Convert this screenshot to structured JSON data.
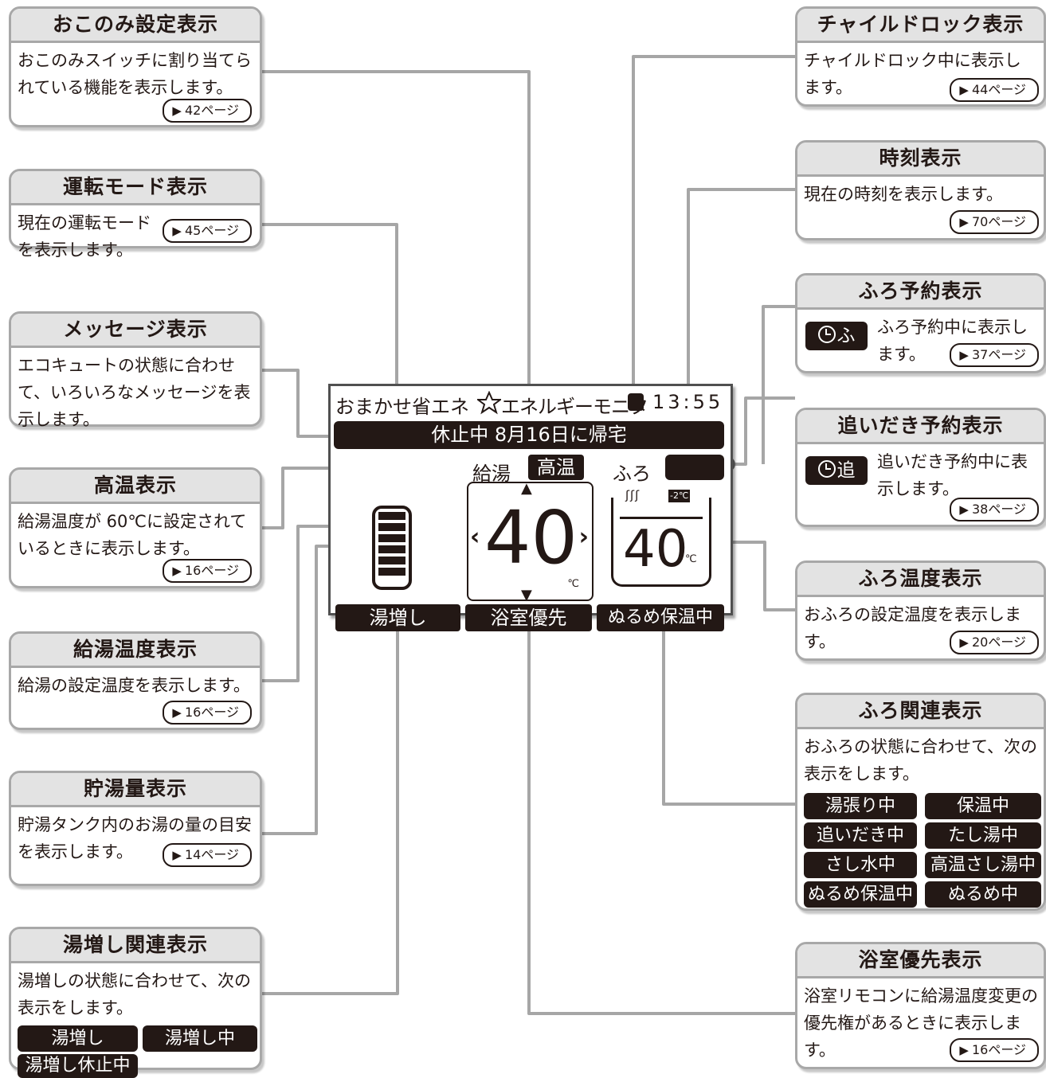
{
  "callouts": {
    "okonomi": {
      "title": "おこのみ設定表示",
      "desc": "おこのみスイッチに割り当てられている機能を表示します。",
      "ref": "42ページ"
    },
    "unten": {
      "title": "運転モード表示",
      "desc": "現在の運転モードを表示します。",
      "ref": "45ページ"
    },
    "message": {
      "title": "メッセージ表示",
      "desc": "エコキュートの状態に合わせて、いろいろなメッセージを表示します。"
    },
    "kouon": {
      "title": "高温表示",
      "desc": "給湯温度が 60℃に設定されているときに表示します。",
      "ref": "16ページ"
    },
    "kyuyu": {
      "title": "給湯温度表示",
      "desc": "給湯の設定温度を表示します。",
      "ref": "16ページ"
    },
    "choyu": {
      "title": "貯湯量表示",
      "desc": "貯湯タンク内のお湯の量の目安を表示します。",
      "ref": "14ページ"
    },
    "yumashi": {
      "title": "湯増し関連表示",
      "desc": "湯増しの状態に合わせて、次の表示をします。",
      "pills": [
        "湯増し",
        "湯増し中",
        "湯増し休止中"
      ]
    },
    "child": {
      "title": "チャイルドロック表示",
      "desc": "チャイルドロック中に表示します。",
      "ref": "44ページ"
    },
    "jikoku": {
      "title": "時刻表示",
      "desc": "現在の時刻を表示します。",
      "ref": "70ページ"
    },
    "furoyoyaku": {
      "title": "ふろ予約表示",
      "icon": "ふ",
      "desc": "ふろ予約中に表示します。",
      "ref": "37ページ"
    },
    "oidaki": {
      "title": "追いだき予約表示",
      "icon": "追",
      "desc": "追いだき予約中に表示します。",
      "ref": "38ページ"
    },
    "furoondo": {
      "title": "ふろ温度表示",
      "desc": "おふろの設定温度を表示します。",
      "ref": "20ページ"
    },
    "furokanren": {
      "title": "ふろ関連表示",
      "desc": "おふろの状態に合わせて、次の表示をします。",
      "pills": [
        "湯張り中",
        "保温中",
        "追いだき中",
        "たし湯中",
        "さし水中",
        "高温さし湯中",
        "ぬるめ保温中",
        "ぬるめ中"
      ]
    },
    "yokushitsu": {
      "title": "浴室優先表示",
      "desc": "浴室リモコンに給湯温度変更の優先権があるときに表示します。",
      "ref": "16ページ"
    }
  },
  "lcd": {
    "top_left": "おまかせ省エネ",
    "top_mid": "エネルギーモニタ",
    "time": "13:55",
    "message": "休止中 8月16日に帰宅",
    "kyuyu_label": "給湯",
    "kouon_label": "高温",
    "furo_label": "ふろ",
    "kyuyu_temp": "40",
    "furo_temp": "40",
    "unit": "℃",
    "offset": "-2℃",
    "bottom": [
      "湯増し",
      "浴室優先",
      "ぬるめ保温中"
    ]
  }
}
